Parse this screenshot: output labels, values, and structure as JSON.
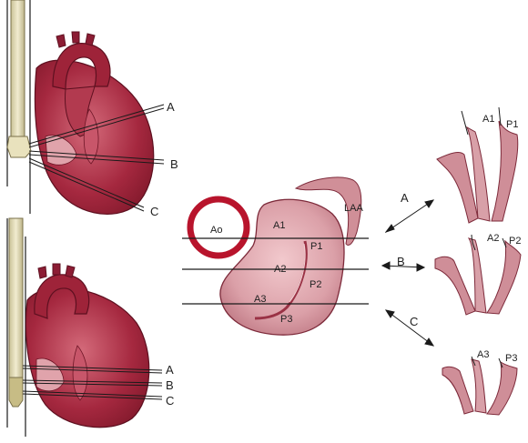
{
  "colors": {
    "heart_dark": "#8c1d34",
    "heart_mid": "#b23a4f",
    "heart_light": "#d98d98",
    "valve_fill": "#dca1a8",
    "ring_red": "#b8142c",
    "probe": "#e9e2bd",
    "line": "#1a1a1a"
  },
  "heart_labels_top": [
    "A",
    "B",
    "C"
  ],
  "heart_labels_bottom": [
    "A",
    "B",
    "C"
  ],
  "center": {
    "ao": "Ao",
    "laa": "LAA",
    "scallops": [
      "A1",
      "A2",
      "A3",
      "P1",
      "P2",
      "P3"
    ],
    "plane_labels": [
      "A",
      "B",
      "C"
    ]
  },
  "views": [
    {
      "left": "A1",
      "right": "P1"
    },
    {
      "left": "A2",
      "right": "P2"
    },
    {
      "left": "A3",
      "right": "P3"
    }
  ]
}
